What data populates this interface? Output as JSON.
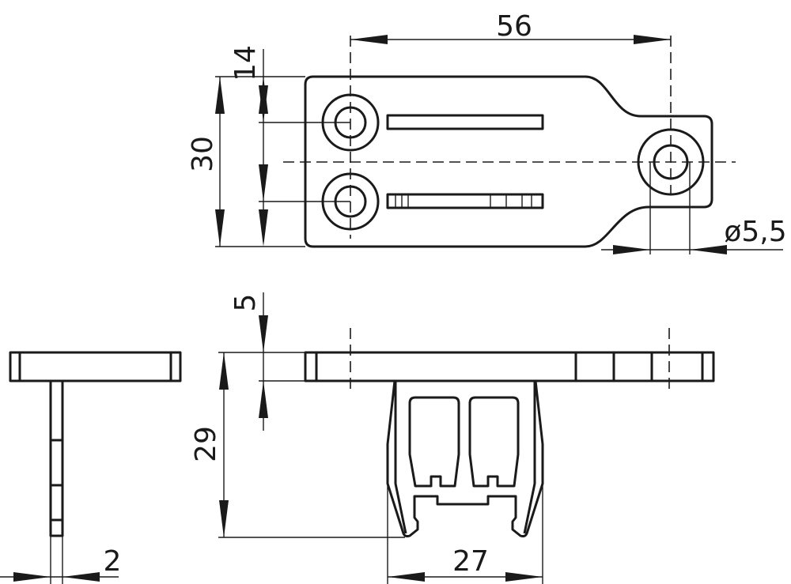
{
  "dimensions": {
    "width_hole_spacing": "56",
    "height_total": "30",
    "hole_offset": "14",
    "hole_diameter": "ø5,5",
    "plate_thickness": "5",
    "body_height": "29",
    "body_width": "27",
    "stem_thickness": "2"
  }
}
